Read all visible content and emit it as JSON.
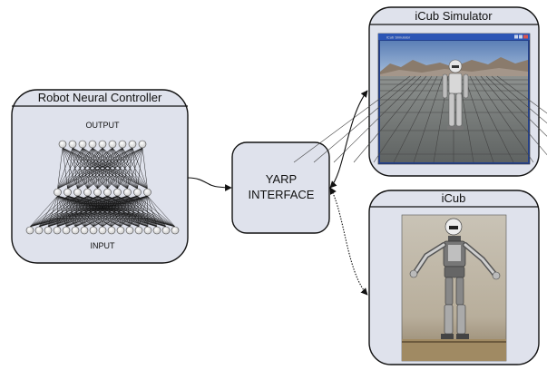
{
  "controller": {
    "title": "Robot Neural Controller",
    "output_label": "OUTPUT",
    "input_label": "INPUT"
  },
  "network": {
    "output_count": 9,
    "hidden_count": 10,
    "input_count": 17
  },
  "yarp": {
    "line1": "YARP",
    "line2": "INTERFACE"
  },
  "simulator": {
    "title": "iCub Simulator",
    "window_caption": "iCub Simulator"
  },
  "robot": {
    "title": "iCub"
  }
}
